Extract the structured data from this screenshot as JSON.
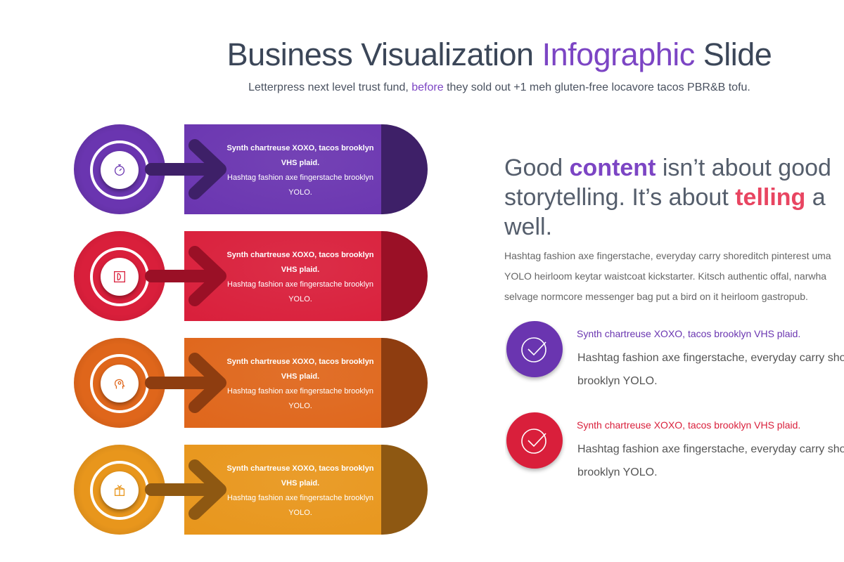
{
  "header": {
    "title_part1": "Business Visualization ",
    "title_highlight": "Infographic",
    "title_part2": " Slide",
    "subtitle_part1": "Letterpress next level trust fund, ",
    "subtitle_highlight": "before",
    "subtitle_part2": " they sold out +1 meh gluten-free locavore tacos PBR&B tofu."
  },
  "steps": [
    {
      "icon": "stopwatch-icon",
      "heading": "Synth chartreuse XOXO, tacos brooklyn VHS plaid.",
      "body": "Hashtag fashion axe fingerstache brooklyn YOLO.",
      "color": "#6a35b0",
      "dark": "#3e2068"
    },
    {
      "icon": "design-tool-icon",
      "heading": "Synth chartreuse XOXO, tacos brooklyn VHS plaid.",
      "body": "Hashtag fashion axe fingerstache brooklyn YOLO.",
      "color": "#d91f3b",
      "dark": "#9a1026"
    },
    {
      "icon": "head-idea-icon",
      "heading": "Synth chartreuse XOXO, tacos brooklyn VHS plaid.",
      "body": "Hashtag fashion axe fingerstache brooklyn YOLO.",
      "color": "#df661b",
      "dark": "#8e3d10"
    },
    {
      "icon": "box-gift-icon",
      "heading": "Synth chartreuse XOXO, tacos brooklyn VHS plaid.",
      "body": "Hashtag fashion axe fingerstache brooklyn YOLO.",
      "color": "#e8961c",
      "dark": "#8e5812"
    }
  ],
  "quote": {
    "p1": "Good ",
    "w1": "content",
    "p2": " isn’t about good",
    "p3": "storytelling. It’s about ",
    "w2": "telling",
    "p4": " a",
    "p5": "well."
  },
  "paragraph": [
    "Hashtag fashion axe fingerstache, everyday carry shoreditch pinterest uma",
    "YOLO heirloom keytar waistcoat kickstarter. Kitsch authentic offal, narwha",
    "selvage normcore messenger bag put a bird on it heirloom gastropub."
  ],
  "features": [
    {
      "icon": "check-circle-icon",
      "heading": "Synth chartreuse XOXO, tacos brooklyn VHS plaid.",
      "line1": "Hashtag fashion axe fingerstache, everyday carry shor",
      "line2": "brooklyn YOLO.",
      "color": "#6a35b0"
    },
    {
      "icon": "check-circle-icon",
      "heading": "Synth chartreuse XOXO, tacos brooklyn VHS plaid.",
      "line1": "Hashtag fashion axe fingerstache, everyday carry shor",
      "line2": "brooklyn YOLO.",
      "color": "#d91f3b"
    }
  ]
}
